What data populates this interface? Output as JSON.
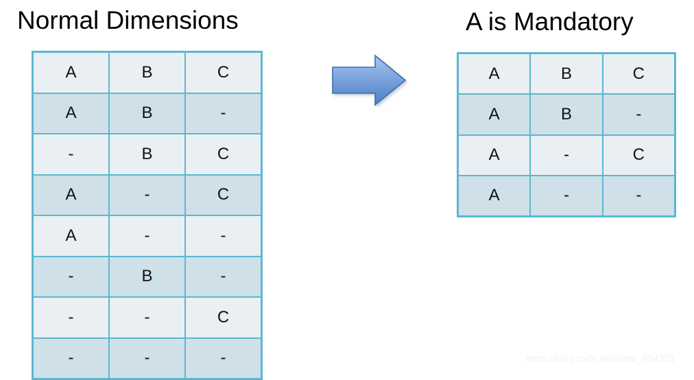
{
  "background_color": "#ffffff",
  "palette": {
    "table_border": "#5bb7ce",
    "row_light": "#e9eff3",
    "row_dark": "#cfe0e9",
    "arrow_fill_top": "#9ec2ee",
    "arrow_fill_bottom": "#4f81c4",
    "arrow_border": "#3a6ea8",
    "text": "#111111",
    "watermark": "#f1f1f1"
  },
  "left": {
    "title": "Normal Dimensions",
    "table": {
      "columns": 3,
      "rows": [
        [
          "A",
          "B",
          "C"
        ],
        [
          "A",
          "B",
          "-"
        ],
        [
          "-",
          "B",
          "C"
        ],
        [
          "A",
          "-",
          "C"
        ],
        [
          "A",
          "-",
          "-"
        ],
        [
          "-",
          "B",
          "-"
        ],
        [
          "-",
          "-",
          "C"
        ],
        [
          "-",
          "-",
          "-"
        ]
      ]
    }
  },
  "arrow": {
    "icon": "right-arrow-icon",
    "direction": "right"
  },
  "right": {
    "title": "A is Mandatory",
    "table": {
      "columns": 3,
      "rows": [
        [
          "A",
          "B",
          "C"
        ],
        [
          "A",
          "B",
          "-"
        ],
        [
          "A",
          "-",
          "C"
        ],
        [
          "A",
          "-",
          "-"
        ]
      ]
    }
  },
  "watermark": {
    "text": "https://blog.csdn.net/renq_654321"
  }
}
